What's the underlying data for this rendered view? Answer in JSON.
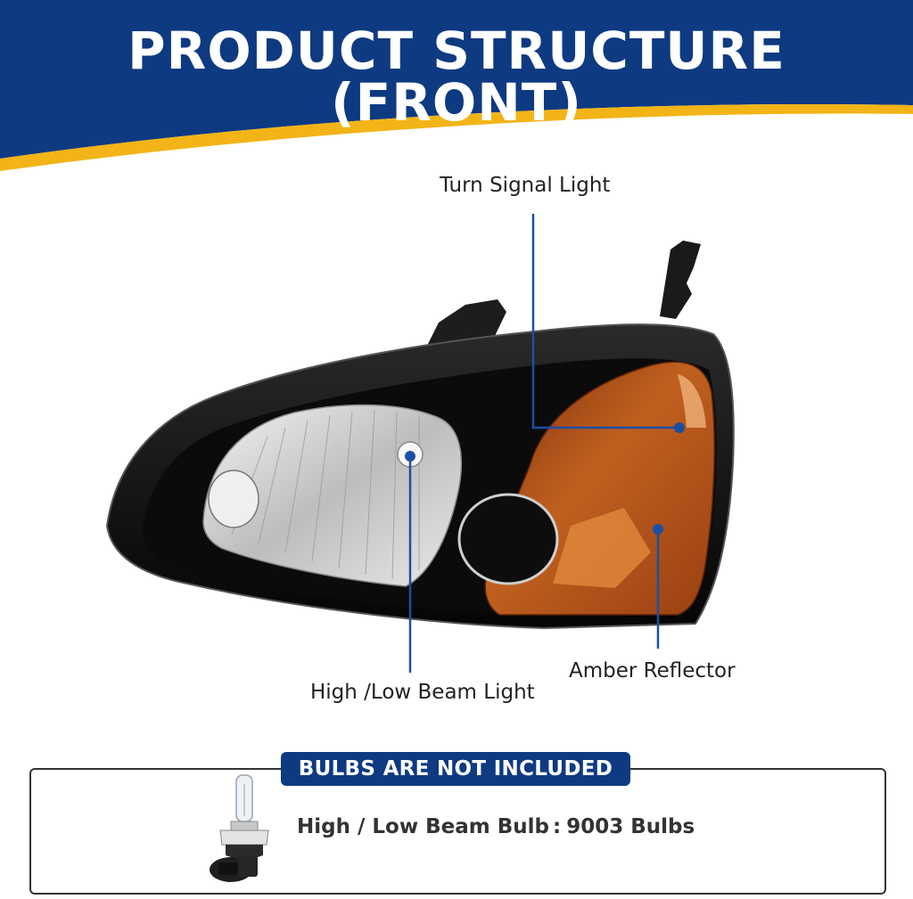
{
  "header": {
    "title": "PRODUCT STRUCTURE (FRONT)",
    "colors": {
      "banner": "#0e3a82",
      "accent_stripe": "#f2b417"
    }
  },
  "callouts": {
    "turn_signal": "Turn Signal Light",
    "high_low_beam": "High /Low Beam Light",
    "amber_reflector": "Amber Reflector",
    "marker_color": "#1c4fa3"
  },
  "bulb_notice": {
    "tag": "BULBS ARE NOT INCLUDED",
    "label": "High / Low Beam Bulb",
    "separator": ":",
    "value": "9003 Bulbs",
    "icon": "halogen-bulb-icon"
  },
  "product": {
    "icon": "headlight-assembly-image",
    "colors": {
      "housing": "#111111",
      "amber": "#b9541a",
      "chrome": "#dcdcdc"
    }
  }
}
